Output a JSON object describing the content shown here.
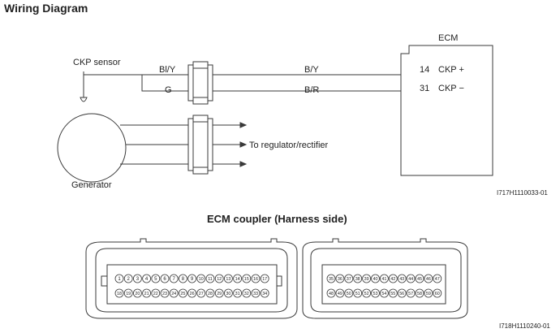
{
  "title": "Wiring Diagram",
  "ckp_sensor_label": "CKP sensor",
  "generator_label": "Generator",
  "regulator_label": "To regulator/rectifier",
  "ecm": {
    "label": "ECM",
    "pins": [
      {
        "number": "14",
        "name": "CKP +"
      },
      {
        "number": "31",
        "name": "CKP −"
      }
    ]
  },
  "wires": {
    "sensor_side": [
      "Bl/Y",
      "G"
    ],
    "ecm_side": [
      "B/Y",
      "B/R"
    ]
  },
  "wiring_ref": "I717H1110033-01",
  "coupler": {
    "title": "ECM coupler (Harness side)",
    "left_rows": [
      [
        "1",
        "2",
        "3",
        "4",
        "5",
        "6",
        "7",
        "8",
        "9",
        "10",
        "11",
        "12",
        "13",
        "14",
        "15",
        "16",
        "17"
      ],
      [
        "18",
        "19",
        "20",
        "21",
        "22",
        "23",
        "24",
        "25",
        "26",
        "27",
        "28",
        "29",
        "30",
        "31",
        "32",
        "33",
        "34"
      ]
    ],
    "right_rows": [
      [
        "35",
        "36",
        "37",
        "38",
        "39",
        "40",
        "41",
        "42",
        "43",
        "44",
        "45",
        "46",
        "47"
      ],
      [
        "48",
        "49",
        "50",
        "51",
        "52",
        "53",
        "54",
        "55",
        "56",
        "57",
        "58",
        "59",
        "60"
      ]
    ],
    "ref": "I718H1110240-01"
  },
  "line_color": "#3a3a3a"
}
